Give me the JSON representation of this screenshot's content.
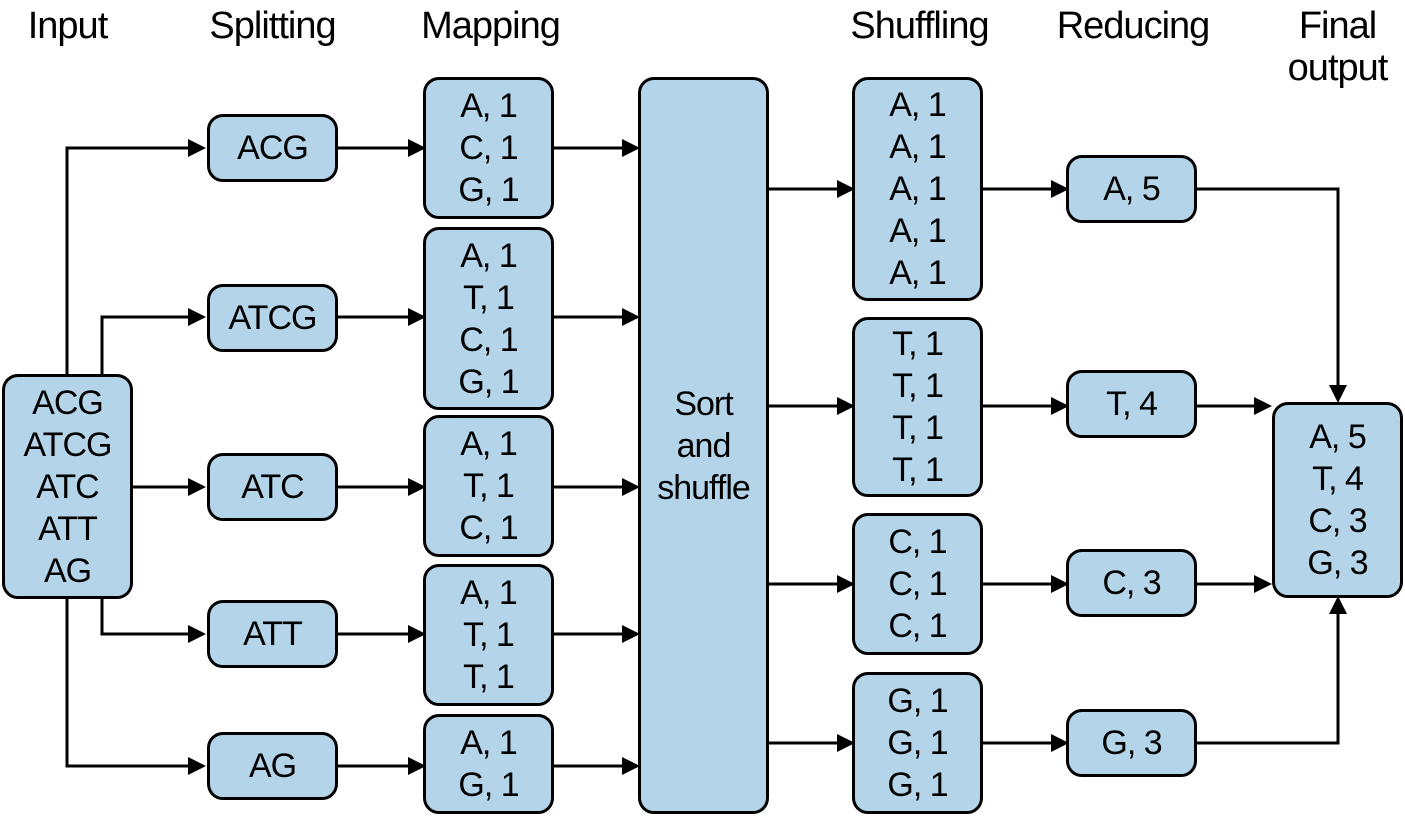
{
  "headers": {
    "input": "Input",
    "splitting": "Splitting",
    "mapping": "Mapping",
    "shuffling": "Shuffling",
    "reducing": "Reducing",
    "final_output": "Final\noutput"
  },
  "input": [
    "ACG",
    "ATCG",
    "ATC",
    "ATT",
    "AG"
  ],
  "splits": [
    "ACG",
    "ATCG",
    "ATC",
    "ATT",
    "AG"
  ],
  "maps": [
    [
      "A, 1",
      "C, 1",
      "G, 1"
    ],
    [
      "A, 1",
      "T, 1",
      "C, 1",
      "G, 1"
    ],
    [
      "A, 1",
      "T, 1",
      "C, 1"
    ],
    [
      "A, 1",
      "T, 1",
      "T, 1"
    ],
    [
      "A, 1",
      "G, 1"
    ]
  ],
  "sort_shuffle": [
    "Sort",
    "and",
    "shuffle"
  ],
  "shuffles": [
    [
      "A, 1",
      "A, 1",
      "A, 1",
      "A, 1",
      "A, 1"
    ],
    [
      "T, 1",
      "T, 1",
      "T, 1",
      "T, 1"
    ],
    [
      "C, 1",
      "C, 1",
      "C, 1"
    ],
    [
      "G, 1",
      "G, 1",
      "G, 1"
    ]
  ],
  "reduces": [
    "A, 5",
    "T, 4",
    "C, 3",
    "G, 3"
  ],
  "final": [
    "A, 5",
    "T, 4",
    "C, 3",
    "G, 3"
  ],
  "colors": {
    "box_fill": "#b3d4e9",
    "stroke": "#000000"
  }
}
